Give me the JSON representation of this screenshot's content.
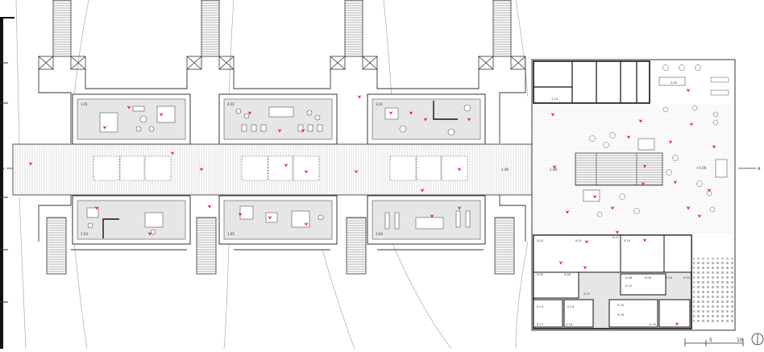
{
  "plan": {
    "left_marker": "A",
    "right_marker": "A",
    "pods_top": [
      "1.01",
      "4.01",
      "3.01"
    ],
    "pods_bottom": [
      "1.03",
      "1.05",
      "3.04"
    ],
    "bridge_right_tag": "1.06",
    "hall_tag": "1.08",
    "level_tag": "+5.00",
    "room_tags_top": [
      "1.10",
      "2.00"
    ],
    "room_tags_bottom": [
      "0.02",
      "0.01",
      "0.11",
      "0.10",
      "0.05",
      "0.06",
      "0.07",
      "0.08",
      "0.09",
      "0.03",
      "0.04",
      "0.12",
      "0.13",
      "0.14",
      "0.15",
      "0.16",
      "0.17",
      "0.18",
      "0.19"
    ]
  },
  "scale": {
    "ticks": [
      "5",
      "10"
    ]
  },
  "colors": {
    "line": "#333333",
    "hatch": "#bbbbbb",
    "room_fill": "#e6e6e6",
    "accent": "#d72424",
    "dark": "#111111"
  }
}
